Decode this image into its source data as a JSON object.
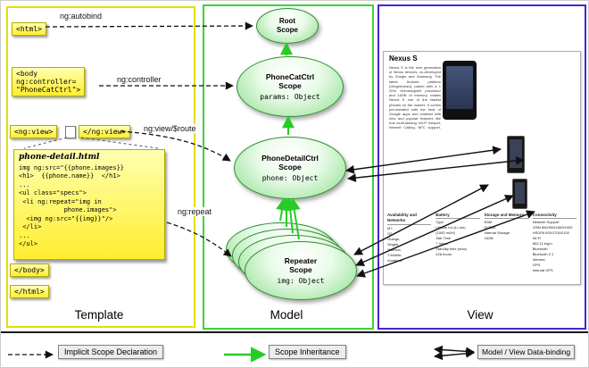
{
  "panels": {
    "template": "Template",
    "model": "Model",
    "view": "View"
  },
  "template": {
    "html_open": "<html>",
    "body_open": "<body\nng:controller=\n\"PhoneCatCtrl\">",
    "ng_view_open": "<ng:view>",
    "ng_view_close": "</ng:view>",
    "code_title": "phone-detail.html",
    "code": "img ng:src=\"{{phone.images}}\n<h1>  {{phone.name}}  </h1>\n...\n<ul class=\"specs\">\n <li ng:repeat=\"img in\n            phone.images\">\n  <img ng:src=\"{{img}}\"/>\n </li>\n...\n</ul>",
    "body_close": "</body>",
    "html_close": "</html>"
  },
  "arrows_labels": {
    "ng_autobind": "ng:autobind",
    "ng_controller": "ng:controller",
    "ng_view_route": "ng:view/$route",
    "ng_repeat": "ng:repeat"
  },
  "scopes": {
    "root": {
      "title": "Root\nScope"
    },
    "phonecat": {
      "title": "PhoneCatCtrl\nScope",
      "prop": "params: Object"
    },
    "phonedetail": {
      "title": "PhoneDetailCtrl\nScope",
      "prop": "phone: Object"
    },
    "repeater": {
      "title": "Repeater\nScope",
      "prop": "img: Object"
    }
  },
  "view": {
    "page_title": "Nexus S",
    "intro": "Nexus S is the next generation of Nexus devices, co-developed by Google and Samsung. The latest Android platform (Gingerbread), paired with a 1 GHz Hummingbird processor and 16GB of memory, makes Nexus S one of the fastest phones on the market. It comes pre-installed with the best of Google apps and enabled with new and popular features like true multi-tasking, Wi-Fi hotspot, Internet Calling, NFC support, and full web browsing.",
    "columns": [
      {
        "header": "Availability and Networks",
        "items": [
          "M7,",
          "O2,",
          "Orange,",
          "Singtel,",
          "StarHub,",
          "T-Mobile,",
          "Vodafone"
        ]
      },
      {
        "header": "Battery",
        "items": [
          "Type",
          "Lithium Ion (Li-Ion)",
          "(1500 mAH)",
          "Talk Time",
          "7 hours",
          "Standby time (max)",
          "428 hours"
        ]
      },
      {
        "header": "Storage and Memory",
        "items": [
          "RAM",
          "512MB",
          "Internal Storage",
          "16GB"
        ]
      },
      {
        "header": "Connectivity",
        "items": [
          "Network Support",
          "GSM 850/900/1800/1900",
          "HSDPA 900/1700/2100",
          "Wi-Fi",
          "802.11 b/g/n",
          "Bluetooth",
          "Bluetooth 2.1",
          "Infrared",
          "GPS",
          "Internal GPS"
        ]
      }
    ]
  },
  "legend": {
    "implicit": "Implicit Scope Declaration",
    "inheritance": "Scope Inheritance",
    "binding": "Model / View Data-binding"
  },
  "colors": {
    "template_border": "#e3df00",
    "model_border": "#39d439",
    "view_border": "#4b23cc",
    "tag_fill": "#ffee2e",
    "tag_border": "#b5ae00",
    "scope_border": "#2f8f2f",
    "scope_fill": "#8ede8e",
    "arrow_green": "#27cc27",
    "arrow_black": "#111111"
  }
}
